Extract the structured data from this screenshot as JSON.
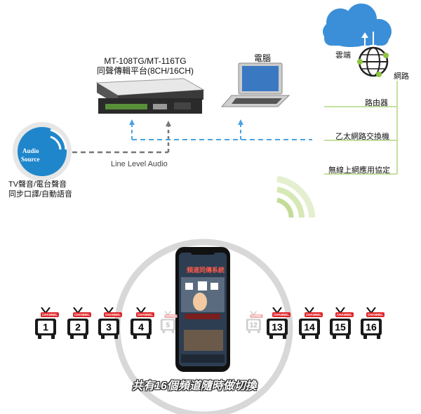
{
  "device": {
    "model": "MT-108TG/MT-116TG",
    "subtitle": "同聲傳輯平台(8CH/16CH)"
  },
  "computer_label": "電腦",
  "cloud_label": "雲端",
  "network_label": "網路",
  "network_items": [
    "路由器",
    "乙太網路交換機",
    "無線上網應用協定"
  ],
  "audio_source": {
    "badge_line1": "Audio",
    "badge_line2": "Source",
    "desc_line1": "TV聲音/電台聲音",
    "desc_line2": "同步口譯/自動語音"
  },
  "line_level_label": "Line Level Audio",
  "phone_screen_title": "頻道同傳系統",
  "channel_badge": "CHANNEL",
  "channels_left": [
    "1",
    "2",
    "3",
    "4",
    "5"
  ],
  "channels_right": [
    "12",
    "13",
    "14",
    "15",
    "16"
  ],
  "caption": "共有16個頻道隨時做切換",
  "colors": {
    "dashed_blue": "#4aa3df",
    "dashed_gray": "#777777",
    "green_line": "#c5e0a0",
    "cloud": "#3b8fd8",
    "badge_red": "#e0262a"
  }
}
